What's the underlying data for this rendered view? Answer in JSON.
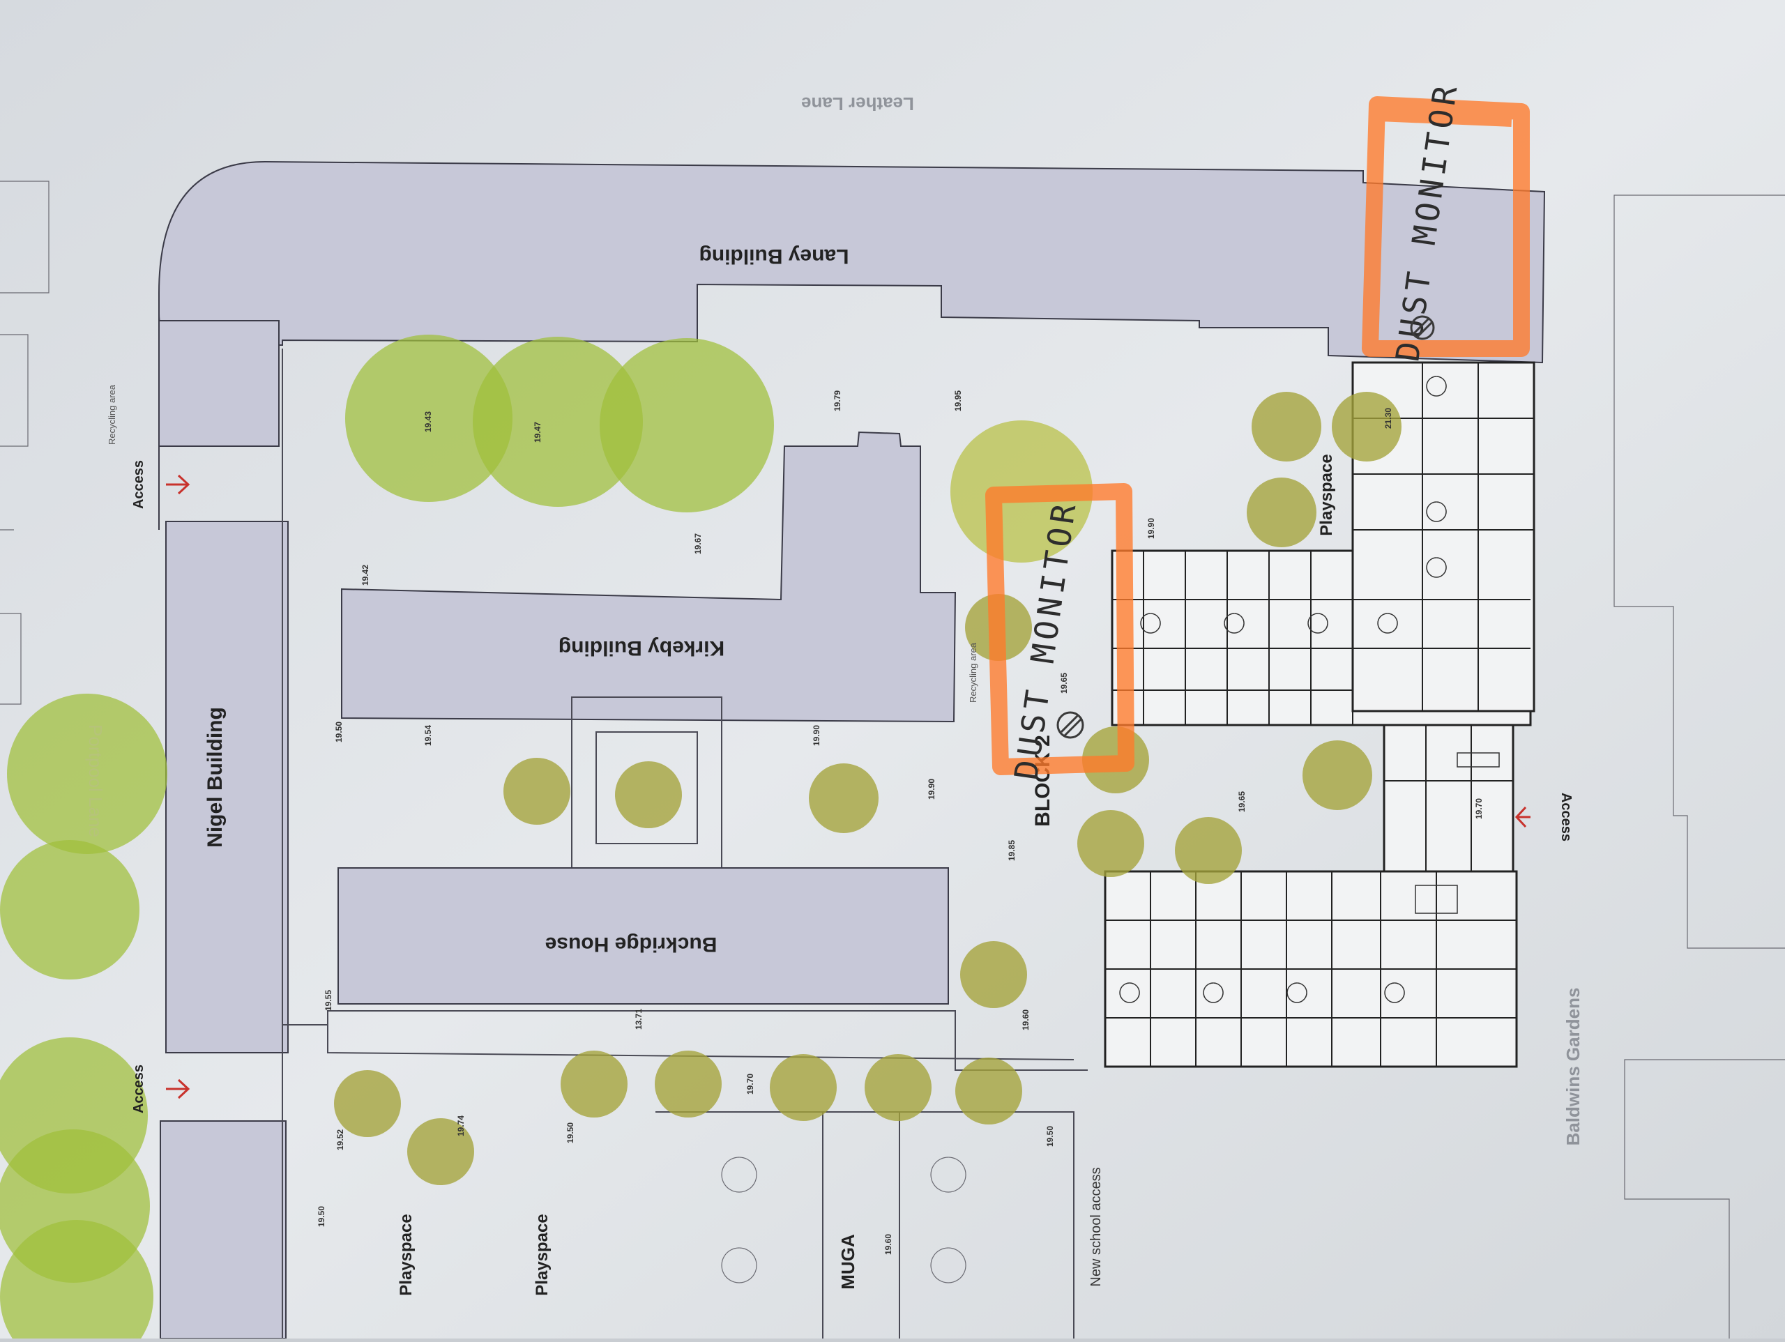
{
  "colors": {
    "paper": "#e4e7ea",
    "building_fill": "#c7c8d8",
    "tree_large": "#9fbf3a",
    "tree_small": "#a4a33a",
    "highlighter": "#ff7a2a",
    "access_arrow": "#c8322c"
  },
  "streets": {
    "top": "Leather Lane",
    "right": "Baldwins Gardens",
    "left_faint": "Portpool Lane"
  },
  "buildings": {
    "laney": "Laney Building",
    "kirkeby": "Kirkeby Building",
    "buckridge": "Buckridge House",
    "nigel": "Nigel Building",
    "block": "BLOCK 2"
  },
  "areas": {
    "playspace_right": "Playspace",
    "playspace_left_1": "Playspace",
    "playspace_left_2": "Playspace",
    "muga": "MUGA",
    "school_access": "New school access",
    "recycling_1": "Recycling area",
    "recycling_2": "Recycling area"
  },
  "access": {
    "label_1": "Access",
    "label_2": "Access",
    "label_3": "Access"
  },
  "annotations": {
    "monitor_1": "DUST MONITOR",
    "monitor_2": "DUST MONITOR"
  },
  "levels": {
    "l1": "19.79",
    "l2": "19.95",
    "l3": "19.42",
    "l4": "19.67",
    "l5": "19.50",
    "l6": "19.54",
    "l7": "19.90",
    "l8": "19.90",
    "l9": "19.85",
    "l10": "19.65",
    "l11": "19.65",
    "l12": "19.70",
    "l13": "19.90",
    "l14": "19.55",
    "l15": "13.71",
    "l16": "19.60",
    "l17": "19.70",
    "l18": "19.52",
    "l19": "19.50",
    "l20": "19.74",
    "l21": "19.50",
    "l22": "19.60",
    "l23": "19.50",
    "l24": "19.43",
    "l25": "19.47",
    "l26": "21.30"
  }
}
